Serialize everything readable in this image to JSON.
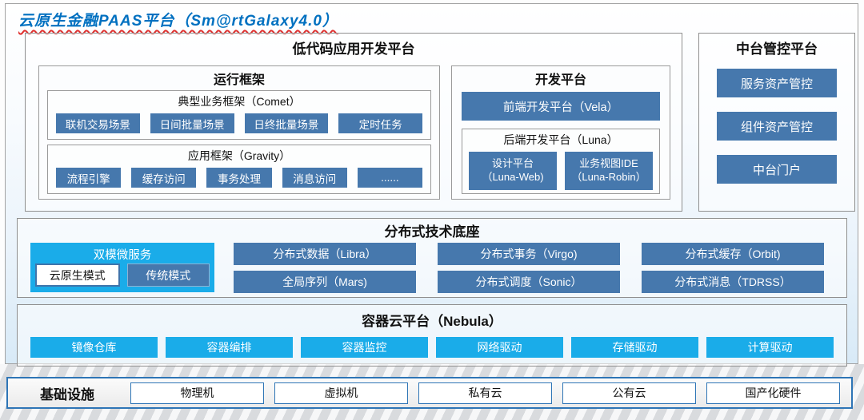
{
  "page_title": "云原生金融PAAS平台（Sm@rtGalaxy4.0）",
  "colors": {
    "title_blue": "#0070C0",
    "title_underline_red": "#E0302E",
    "steel_blue": "#4678AD",
    "cyan": "#1AACE9",
    "infra_border_blue": "#2E75B6",
    "box_border_gray": "#8F8F8F"
  },
  "lowcode": {
    "title": "低代码应用开发平台",
    "runtime": {
      "title": "运行框架",
      "comet": {
        "label": "典型业务框架（Comet）",
        "items": [
          "联机交易场景",
          "日间批量场景",
          "日终批量场景",
          "定时任务"
        ]
      },
      "gravity": {
        "label": "应用框架（Gravity）",
        "items": [
          "流程引擎",
          "缓存访问",
          "事务处理",
          "消息访问",
          "......"
        ]
      }
    },
    "dev": {
      "title": "开发平台",
      "vela_label": "前端开发平台（Vela）",
      "luna": {
        "label": "后端开发平台（Luna）",
        "items": [
          {
            "line1": "设计平台",
            "line2": "（Luna-Web)"
          },
          {
            "line1": "业务视图IDE",
            "line2": "（Luna-Robin）"
          }
        ]
      }
    }
  },
  "zhongtai": {
    "title": "中台管控平台",
    "items": [
      "服务资产管控",
      "组件资产管控",
      "中台门户"
    ]
  },
  "distributed": {
    "title": "分布式技术底座",
    "dual_mode": {
      "label": "双模微服务",
      "modes": [
        "云原生模式",
        "传统模式"
      ]
    },
    "items": [
      "分布式数据（Libra）",
      "分布式事务（Virgo)",
      "分布式缓存（Orbit)",
      "全局序列（Mars)",
      "分布式调度（Sonic）",
      "分布式消息（TDRSS）"
    ]
  },
  "nebula": {
    "title": "容器云平台（Nebula）",
    "items": [
      "镜像仓库",
      "容器编排",
      "容器监控",
      "网络驱动",
      "存储驱动",
      "计算驱动"
    ]
  },
  "infrastructure": {
    "title": "基础设施",
    "items": [
      "物理机",
      "虚拟机",
      "私有云",
      "公有云",
      "国产化硬件"
    ]
  }
}
